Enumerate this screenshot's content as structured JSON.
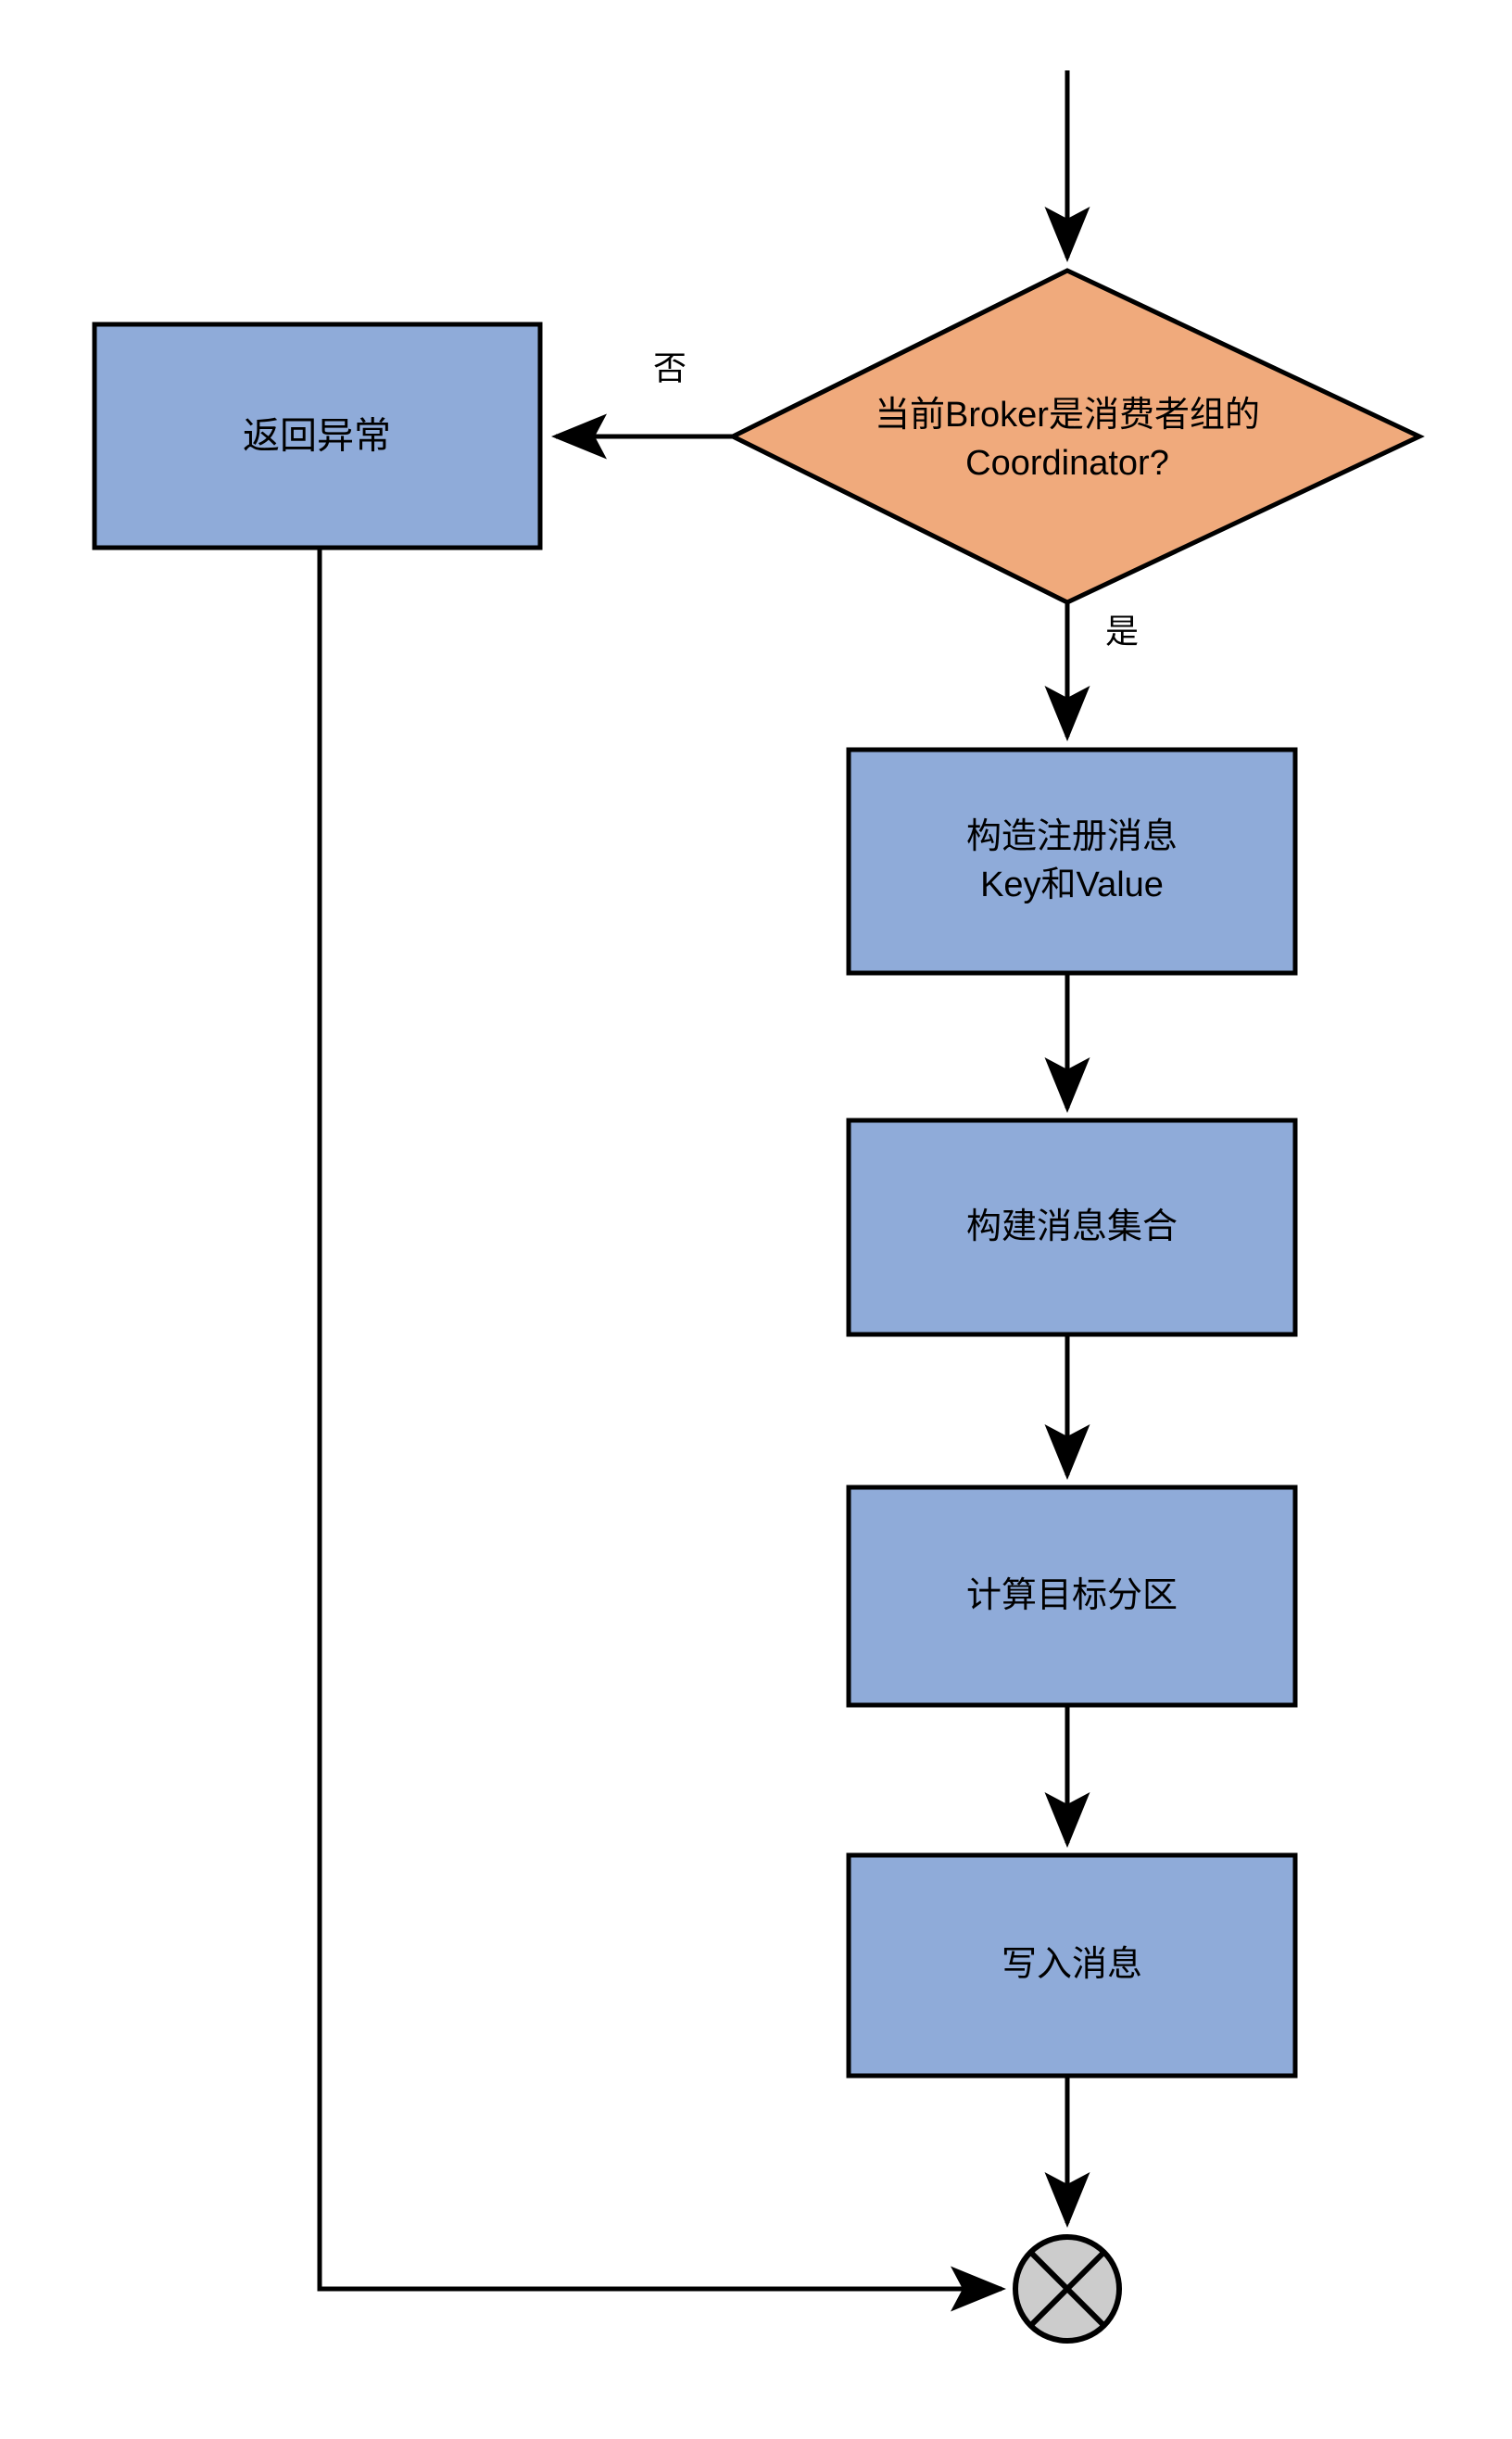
{
  "diagram": {
    "type": "flowchart",
    "orientation": "top-to-bottom",
    "background_color": "#ffffff",
    "colors": {
      "process_fill": "#8fabd9",
      "decision_fill": "#f0aa7c",
      "terminator_fill": "#cccccc",
      "stroke": "#000000",
      "text": "#000000"
    },
    "nodes": [
      {
        "id": "decision-coordinator",
        "shape": "diamond",
        "lines": [
          "当前Broker是消费者组的",
          "Coordinator?"
        ],
        "fill": "#f0aa7c"
      },
      {
        "id": "return-exception",
        "shape": "rect",
        "lines": [
          "返回异常"
        ],
        "fill": "#8fabd9"
      },
      {
        "id": "build-key-value",
        "shape": "rect",
        "lines": [
          "构造注册消息",
          "Key和Value"
        ],
        "fill": "#8fabd9"
      },
      {
        "id": "build-message-set",
        "shape": "rect",
        "lines": [
          "构建消息集合"
        ],
        "fill": "#8fabd9"
      },
      {
        "id": "compute-partition",
        "shape": "rect",
        "lines": [
          "计算目标分区"
        ],
        "fill": "#8fabd9"
      },
      {
        "id": "write-message",
        "shape": "rect",
        "lines": [
          "写入消息"
        ],
        "fill": "#8fabd9"
      },
      {
        "id": "end-terminator",
        "shape": "circle-x",
        "lines": [],
        "fill": "#cccccc"
      }
    ],
    "edges": [
      {
        "id": "entry-to-decision",
        "from": "start",
        "to": "decision-coordinator",
        "label": ""
      },
      {
        "id": "decision-to-exception",
        "from": "decision-coordinator",
        "to": "return-exception",
        "label": "否"
      },
      {
        "id": "decision-to-build",
        "from": "decision-coordinator",
        "to": "build-key-value",
        "label": "是"
      },
      {
        "id": "build-to-set",
        "from": "build-key-value",
        "to": "build-message-set",
        "label": ""
      },
      {
        "id": "set-to-partition",
        "from": "build-message-set",
        "to": "compute-partition",
        "label": ""
      },
      {
        "id": "partition-to-write",
        "from": "compute-partition",
        "to": "write-message",
        "label": ""
      },
      {
        "id": "write-to-end",
        "from": "write-message",
        "to": "end-terminator",
        "label": ""
      },
      {
        "id": "exception-to-end",
        "from": "return-exception",
        "to": "end-terminator",
        "label": ""
      }
    ],
    "labels": {
      "decision_line1": "当前Broker是消费者组的",
      "decision_line2": "Coordinator?",
      "return_exception": "返回异常",
      "build_kv_line1": "构造注册消息",
      "build_kv_line2": "Key和Value",
      "build_message_set": "构建消息集合",
      "compute_partition": "计算目标分区",
      "write_message": "写入消息",
      "edge_no": "否",
      "edge_yes": "是"
    }
  }
}
